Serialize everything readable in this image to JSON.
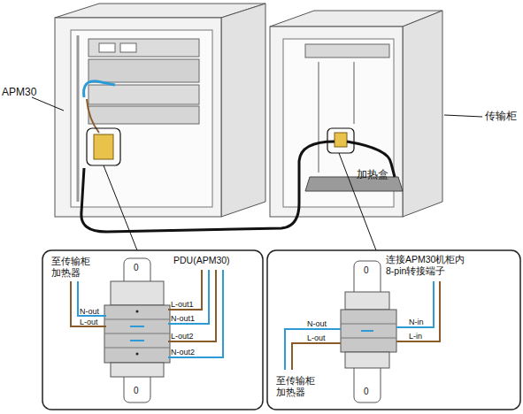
{
  "diagram": {
    "labels": [
      "APM30",
      "传输柜",
      "加热盒",
      "至传输柜 加热器",
      "PDU(APM30)",
      "N-out",
      "L-out",
      "L-out1",
      "N-out1",
      "L-out2",
      "N-out2",
      "0",
      "0",
      "连接APM30机柜内 8-pin转接端子",
      "N-out",
      "L-out",
      "N-in",
      "L-in",
      "至传输柜 加热器",
      "0",
      "0"
    ]
  }
}
